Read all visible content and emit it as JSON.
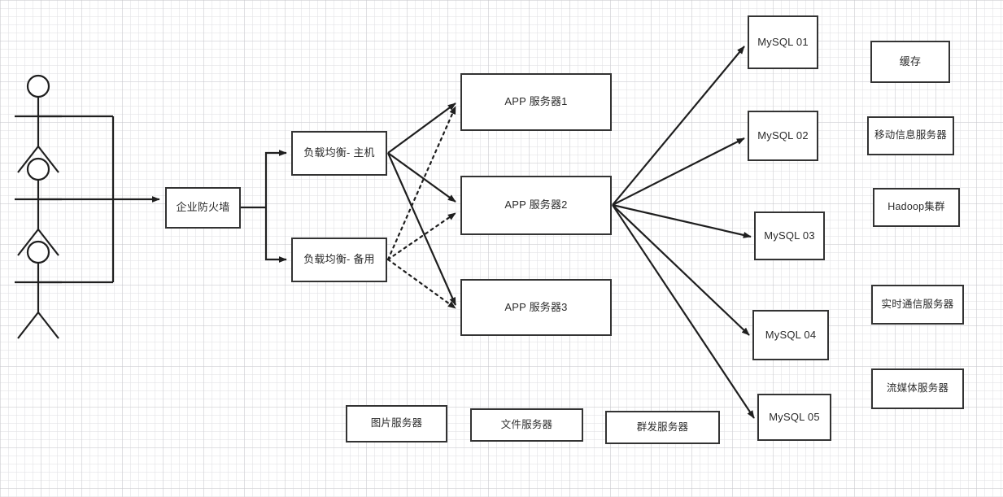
{
  "diagram": {
    "title": "Web System Architecture Diagram",
    "background": "#ffffff",
    "grid_color": "#e1e1e4",
    "node_border_color": "#333333",
    "node_fill": "#ffffff",
    "edge_color": "#1f1f1f",
    "text_color": "#2b2b2b"
  },
  "actors": [
    {
      "name": "actor-1",
      "label": ""
    },
    {
      "name": "actor-2",
      "label": ""
    },
    {
      "name": "actor-3",
      "label": ""
    }
  ],
  "nodes": {
    "firewall": {
      "label": "企业防火墙"
    },
    "lb_master": {
      "label": "负载均衡- 主机"
    },
    "lb_backup": {
      "label": "负载均衡- 备用"
    },
    "app1": {
      "label": "APP 服务器1"
    },
    "app2": {
      "label": "APP 服务器2"
    },
    "app3": {
      "label": "APP 服务器3"
    },
    "mysql01": {
      "label": "MySQL 01"
    },
    "mysql02": {
      "label": "MySQL 02"
    },
    "mysql03": {
      "label": "MySQL 03"
    },
    "mysql04": {
      "label": "MySQL 04"
    },
    "mysql05": {
      "label": "MySQL 05"
    },
    "cache": {
      "label": "缓存"
    },
    "mobile_info": {
      "label": "移动信息服务器"
    },
    "hadoop": {
      "label": "Hadoop集群"
    },
    "realtime_comm": {
      "label": "实时通信服务器"
    },
    "streaming": {
      "label": "流媒体服务器"
    },
    "image_server": {
      "label": "图片服务器"
    },
    "file_server": {
      "label": "文件服务器"
    },
    "broadcast_server": {
      "label": "群发服务器"
    }
  },
  "edges": [
    {
      "from": "actors",
      "to": "firewall",
      "style": "solid"
    },
    {
      "from": "firewall",
      "to": "lb_master",
      "style": "solid"
    },
    {
      "from": "firewall",
      "to": "lb_backup",
      "style": "solid"
    },
    {
      "from": "lb_master",
      "to": "app1",
      "style": "solid"
    },
    {
      "from": "lb_master",
      "to": "app2",
      "style": "solid"
    },
    {
      "from": "lb_master",
      "to": "app3",
      "style": "solid"
    },
    {
      "from": "lb_backup",
      "to": "app1",
      "style": "dotted"
    },
    {
      "from": "lb_backup",
      "to": "app2",
      "style": "dotted"
    },
    {
      "from": "lb_backup",
      "to": "app3",
      "style": "dotted"
    },
    {
      "from": "app2",
      "to": "mysql01",
      "style": "solid"
    },
    {
      "from": "app2",
      "to": "mysql02",
      "style": "solid"
    },
    {
      "from": "app2",
      "to": "mysql03",
      "style": "solid"
    },
    {
      "from": "app2",
      "to": "mysql04",
      "style": "solid"
    },
    {
      "from": "app2",
      "to": "mysql05",
      "style": "solid"
    }
  ]
}
